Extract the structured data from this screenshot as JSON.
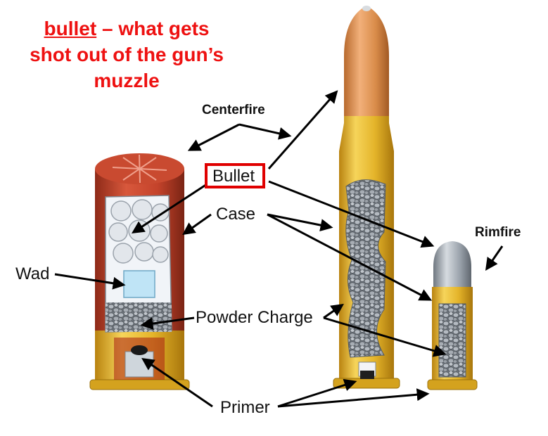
{
  "title": {
    "term": "bullet",
    "line1_rest": " – what gets",
    "line2": "shot out of the gun’s",
    "line3": "muzzle"
  },
  "labels": {
    "centerfire": "Centerfire",
    "bullet": "Bullet",
    "case": "Case",
    "rimfire": "Rimfire",
    "wad": "Wad",
    "powder_charge": "Powder Charge",
    "primer": "Primer"
  },
  "colors": {
    "title": "#ee1111",
    "highlight_box": "#e00000",
    "shotshell_hull": "#c4432b",
    "brass": "#e4b42a",
    "copper_bullet": "#d98c4a",
    "lead_bullet": "#9aa2ab",
    "powder": "#8f969e"
  }
}
